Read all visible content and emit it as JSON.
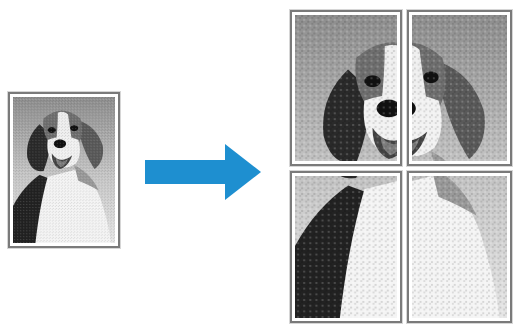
{
  "diagram": {
    "subject": "beagle-portrait",
    "colors": {
      "arrow": "#1e8fd0",
      "frame_border": "#7a7a7a",
      "photo_bg_light": "#e6e6e6",
      "photo_bg_dark": "#8e8e8e",
      "dog_dark": "#222222",
      "dog_brown": "#6f6f6f",
      "dog_white": "#f4f4f4"
    },
    "tiles": [
      {
        "name": "tile-top-left",
        "row": 1,
        "col": 1
      },
      {
        "name": "tile-top-right",
        "row": 1,
        "col": 2
      },
      {
        "name": "tile-bottom-left",
        "row": 2,
        "col": 1
      },
      {
        "name": "tile-bottom-right",
        "row": 2,
        "col": 2
      }
    ]
  }
}
